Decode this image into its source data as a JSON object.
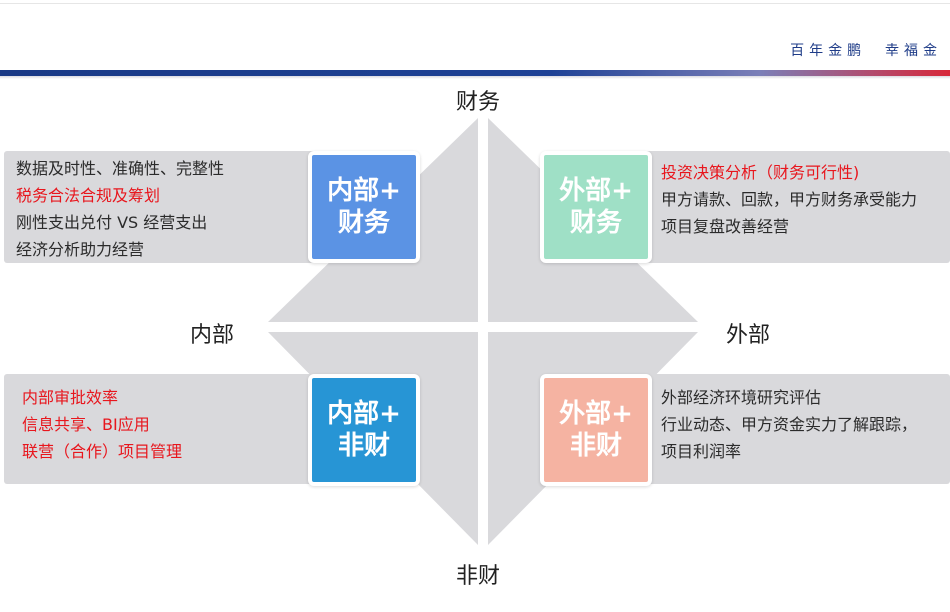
{
  "header": {
    "slogan": "百年金鹏  幸福金"
  },
  "axes": {
    "top": "财务",
    "bottom": "非财",
    "left": "内部",
    "right": "外部"
  },
  "quadrants": {
    "top_left": {
      "title_line1": "内部+",
      "title_line2": "财务",
      "color": "#5b93e4",
      "items": [
        {
          "text": "数据及时性、准确性、完整性",
          "highlight": false
        },
        {
          "text": "税务合法合规及筹划",
          "highlight": true
        },
        {
          "text": "刚性支出兑付 VS 经营支出",
          "highlight": false
        },
        {
          "text": "经济分析助力经营",
          "highlight": false
        }
      ]
    },
    "top_right": {
      "title_line1": "外部+",
      "title_line2": "财务",
      "color": "#9fe0c6",
      "items": [
        {
          "text": "投资决策分析（财务可行性)",
          "highlight": true
        },
        {
          "text": "甲方请款、回款，甲方财务承受能力",
          "highlight": false
        },
        {
          "text": "项目复盘改善经营",
          "highlight": false
        }
      ]
    },
    "bottom_left": {
      "title_line1": "内部+",
      "title_line2": "非财",
      "color": "#2795d5",
      "items": [
        {
          "text": "内部审批效率",
          "highlight": true
        },
        {
          "text": "信息共享、BI应用",
          "highlight": true
        },
        {
          "text": "联营（合作）项目管理",
          "highlight": true
        }
      ]
    },
    "bottom_right": {
      "title_line1": "外部+",
      "title_line2": "非财",
      "color": "#f5b3a2",
      "items": [
        {
          "text": "外部经济环境研究评估",
          "highlight": false
        },
        {
          "text": "行业动态、甲方资金实力了解跟踪，",
          "highlight": false
        },
        {
          "text": "项目利润率",
          "highlight": false
        }
      ]
    }
  }
}
